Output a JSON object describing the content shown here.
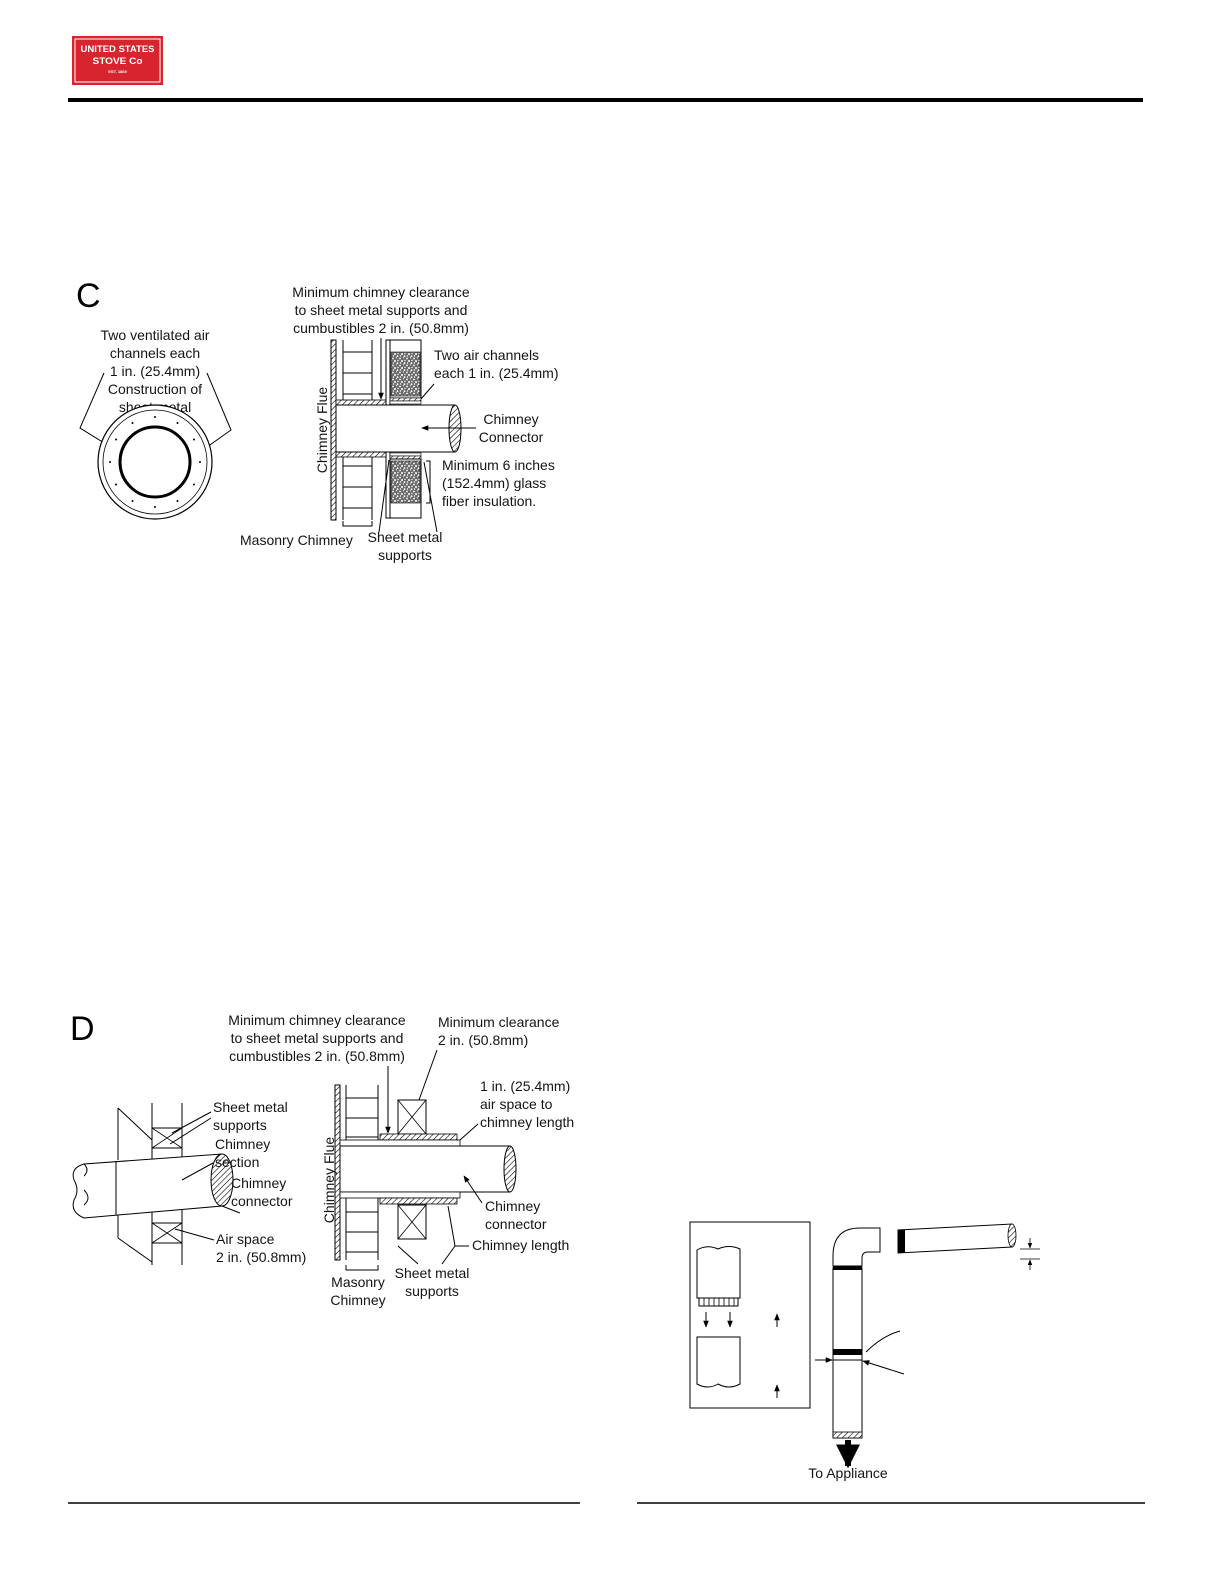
{
  "header": {
    "logo": {
      "line1": "UNITED STATES",
      "line2": "STOVE Co",
      "line3": "EST. 1869"
    },
    "brand_color": "#d7242e"
  },
  "figure_c": {
    "letter": "C",
    "circle_label": [
      "Two ventilated air",
      "channels each",
      "1 in. (25.4mm)",
      "Construction of",
      "sheet metal"
    ],
    "clearance_label": [
      "Minimum chimney clearance",
      "to sheet metal supports and",
      "cumbustibles 2 in. (50.8mm)"
    ],
    "air_channels_label": [
      "Two air channels",
      "each 1 in. (25.4mm)"
    ],
    "connector_label": [
      "Chimney",
      "Connector"
    ],
    "insulation_label": [
      "Minimum 6 inches",
      "(152.4mm) glass",
      "fiber insulation."
    ],
    "flue_label": "Chimney Flue",
    "masonry_label": "Masonry Chimney",
    "supports_label": [
      "Sheet metal",
      "supports"
    ]
  },
  "figure_d": {
    "letter": "D",
    "clearance_label": [
      "Minimum chimney clearance",
      "to sheet metal supports and",
      "cumbustibles 2 in. (50.8mm)"
    ],
    "min_clearance_label": [
      "Minimum clearance",
      "2 in. (50.8mm)"
    ],
    "air_space_length_label": [
      "1 in. (25.4mm)",
      "air space to",
      "chimney length"
    ],
    "left_supports_label": [
      "Sheet metal",
      "supports"
    ],
    "section_label": [
      "Chimney",
      "section"
    ],
    "left_connector_label": [
      "Chimney",
      "connector"
    ],
    "air_space_label": [
      "Air space",
      "2 in. (50.8mm)"
    ],
    "flue_label": "Chimney Flue",
    "connector_label": [
      "Chimney",
      "connector"
    ],
    "length_label": "Chimney length",
    "masonry_label": [
      "Masonry",
      "Chimney"
    ],
    "supports_label": [
      "Sheet metal",
      "supports"
    ]
  },
  "figure_e": {
    "to_appliance": "To Appliance"
  }
}
